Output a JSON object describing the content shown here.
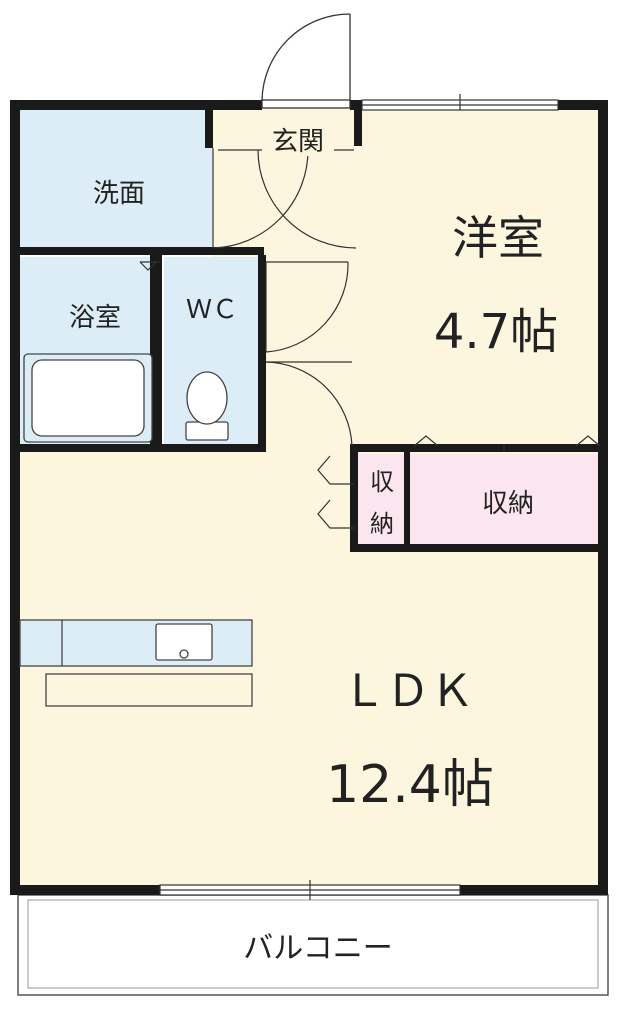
{
  "rooms": {
    "washroom": {
      "label": "洗面"
    },
    "bathroom": {
      "label": "浴室"
    },
    "toilet": {
      "label": "ＷＣ"
    },
    "entrance": {
      "label": "玄関"
    },
    "western_room": {
      "label": "洋室",
      "size": "4.7帖"
    },
    "closet_small": {
      "line1": "収",
      "line2": "納"
    },
    "closet_wide": {
      "label": "収納"
    },
    "ldk": {
      "label": "ＬＤＫ",
      "size": "12.4帖"
    },
    "balcony": {
      "label": "バルコニー"
    }
  },
  "colors": {
    "wall": "#1a1a1a",
    "wet_area": "#dcedf8",
    "living_floor": "#fcf6df",
    "storage": "#fbe5ee",
    "balcony_floor": "#ffffff",
    "fixture": "#dcedf8"
  }
}
